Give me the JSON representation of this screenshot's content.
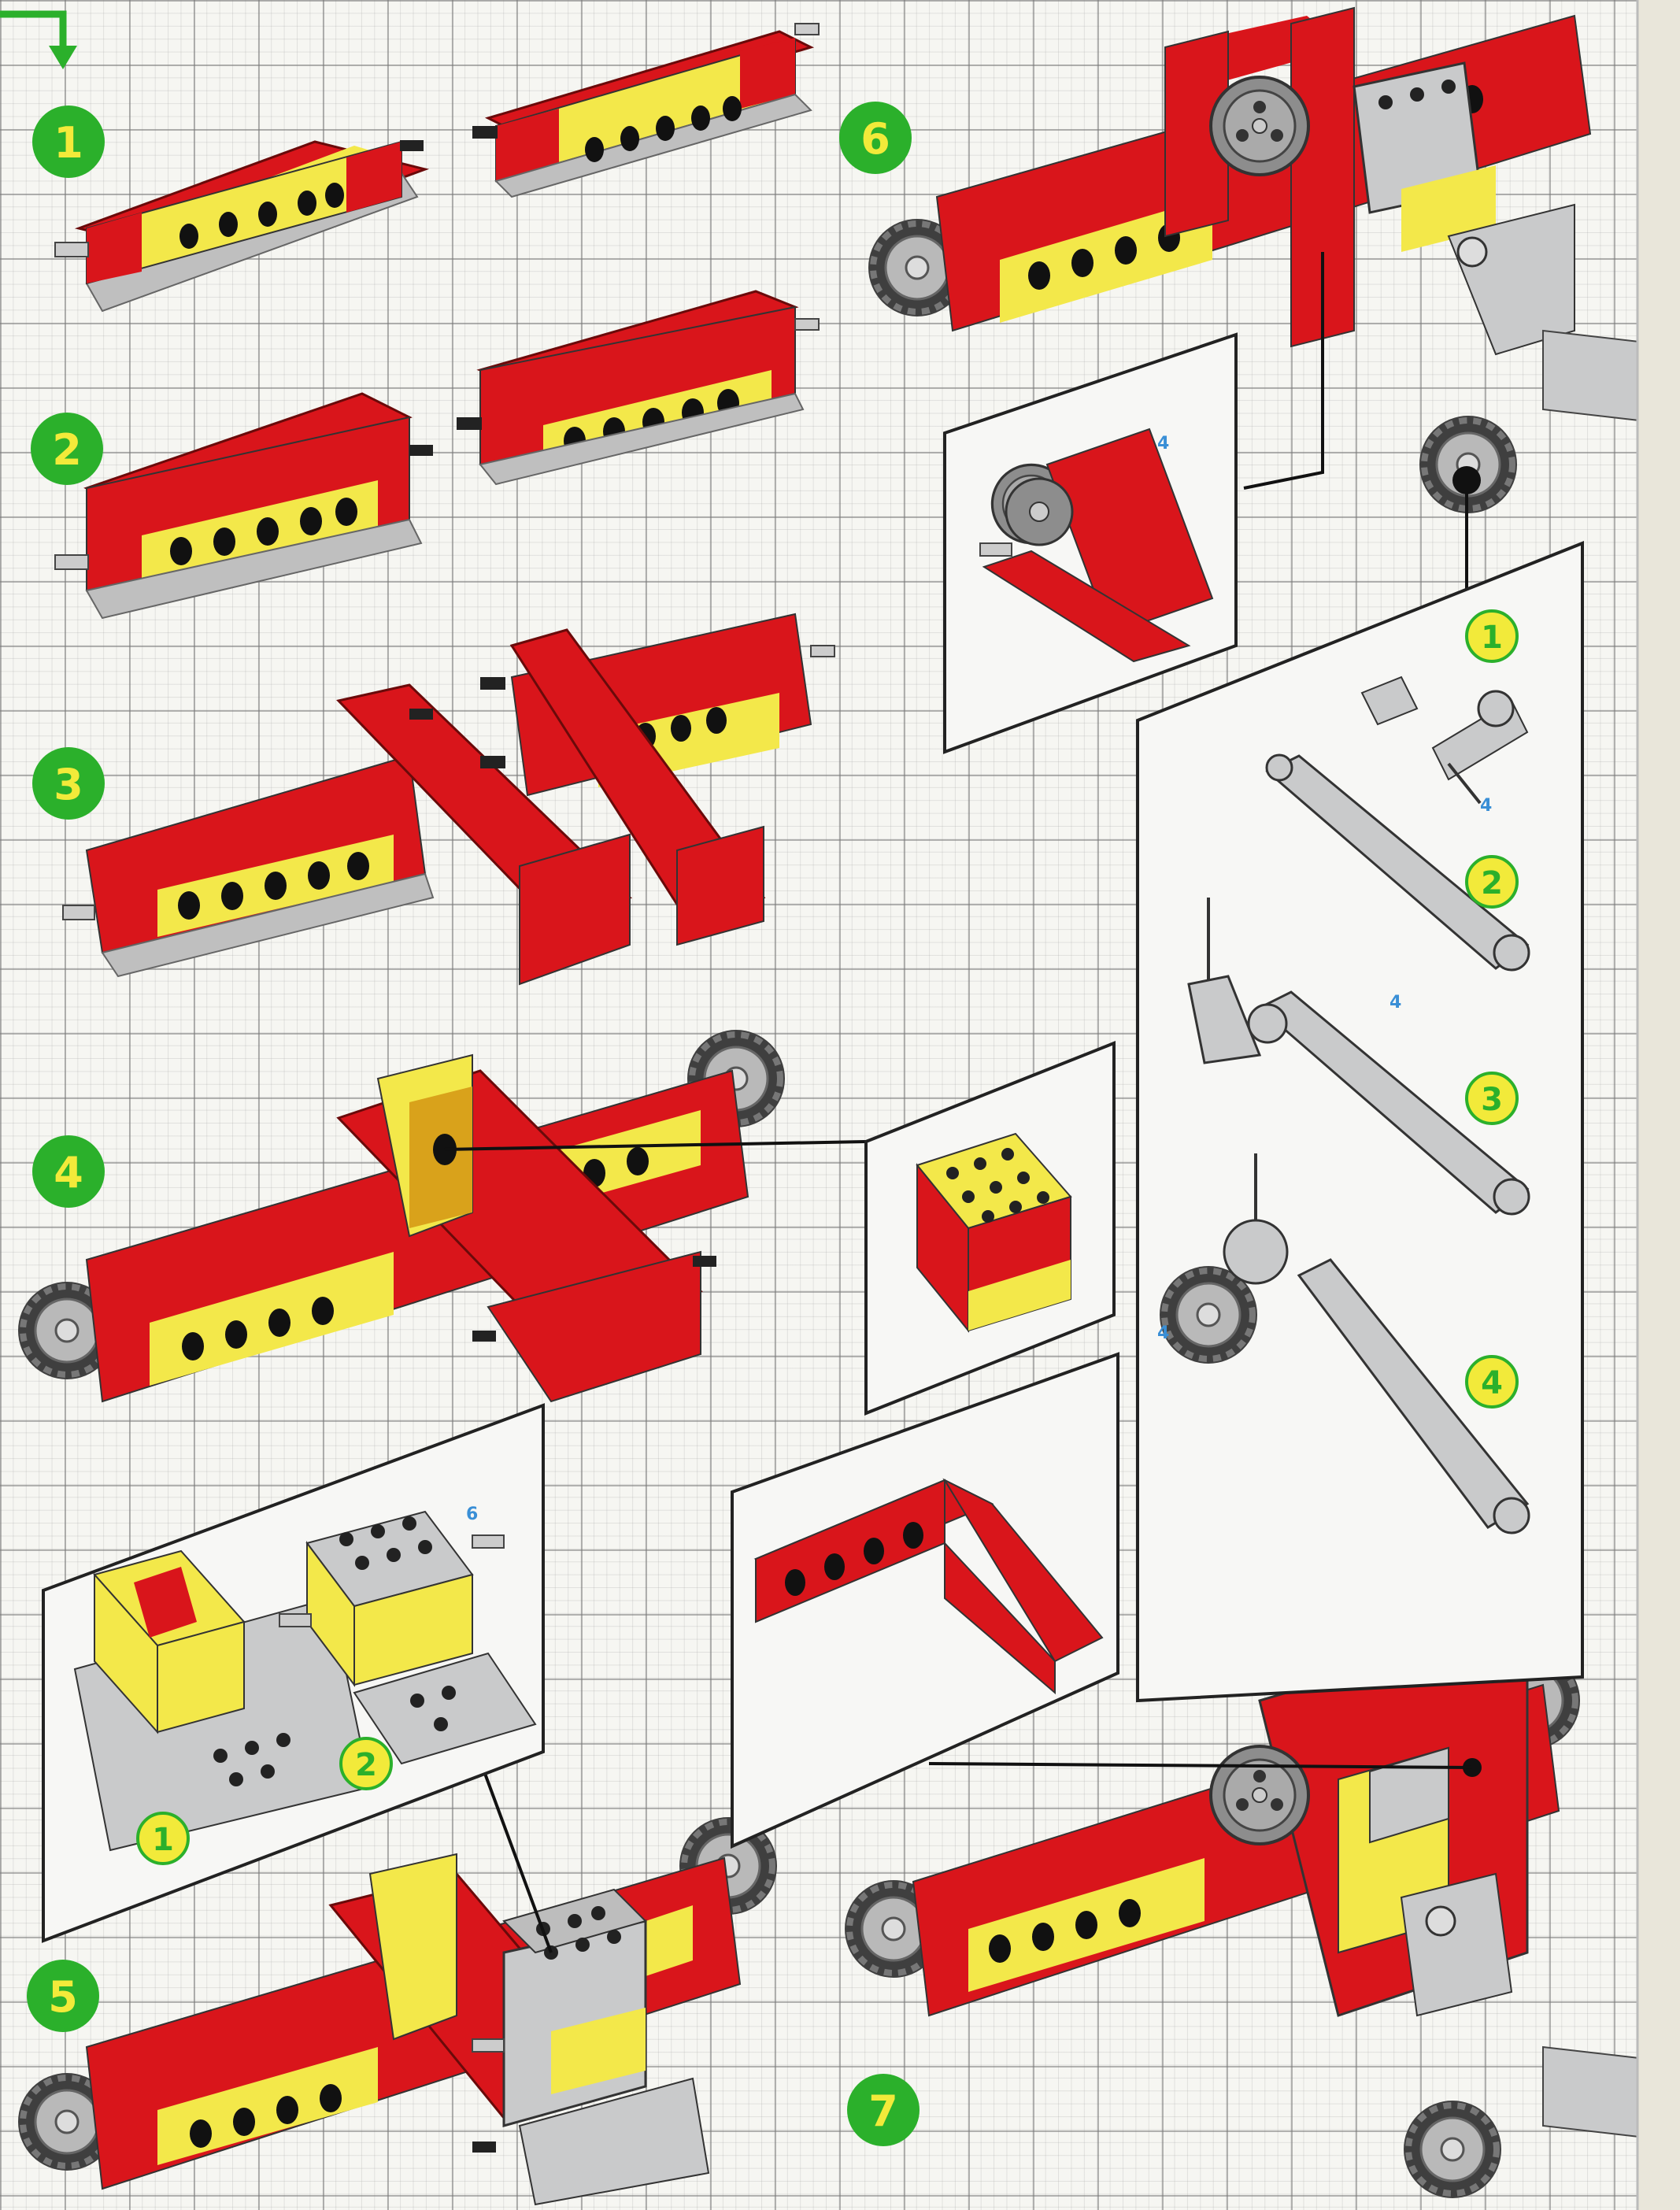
{
  "page": {
    "start_arrow": "turn-down-arrow-icon"
  },
  "main_steps": [
    {
      "number": "1"
    },
    {
      "number": "2"
    },
    {
      "number": "3"
    },
    {
      "number": "4"
    },
    {
      "number": "5"
    },
    {
      "number": "6"
    },
    {
      "number": "7"
    }
  ],
  "sub_steps": [
    {
      "number": "1"
    },
    {
      "number": "2"
    },
    {
      "number": "3"
    },
    {
      "number": "4"
    }
  ],
  "subassembly_steps": [
    {
      "number": "1"
    },
    {
      "number": "2"
    }
  ],
  "quantity_labels": {
    "wheel_pulley": "4",
    "connector": "4",
    "lever_arm": "4",
    "wheel_fork": "4",
    "axle_plate": "6"
  },
  "colors": {
    "step_badge_green": "#2bb02b",
    "step_badge_yellow": "#f2ea3a",
    "brick_red": "#d9151b",
    "brick_yellow": "#f3e84a",
    "part_gray": "#c9cacb",
    "tire_dark": "#4a4a4a",
    "label_blue": "#3a8fd6",
    "grid_line": "#8a8a8a"
  }
}
